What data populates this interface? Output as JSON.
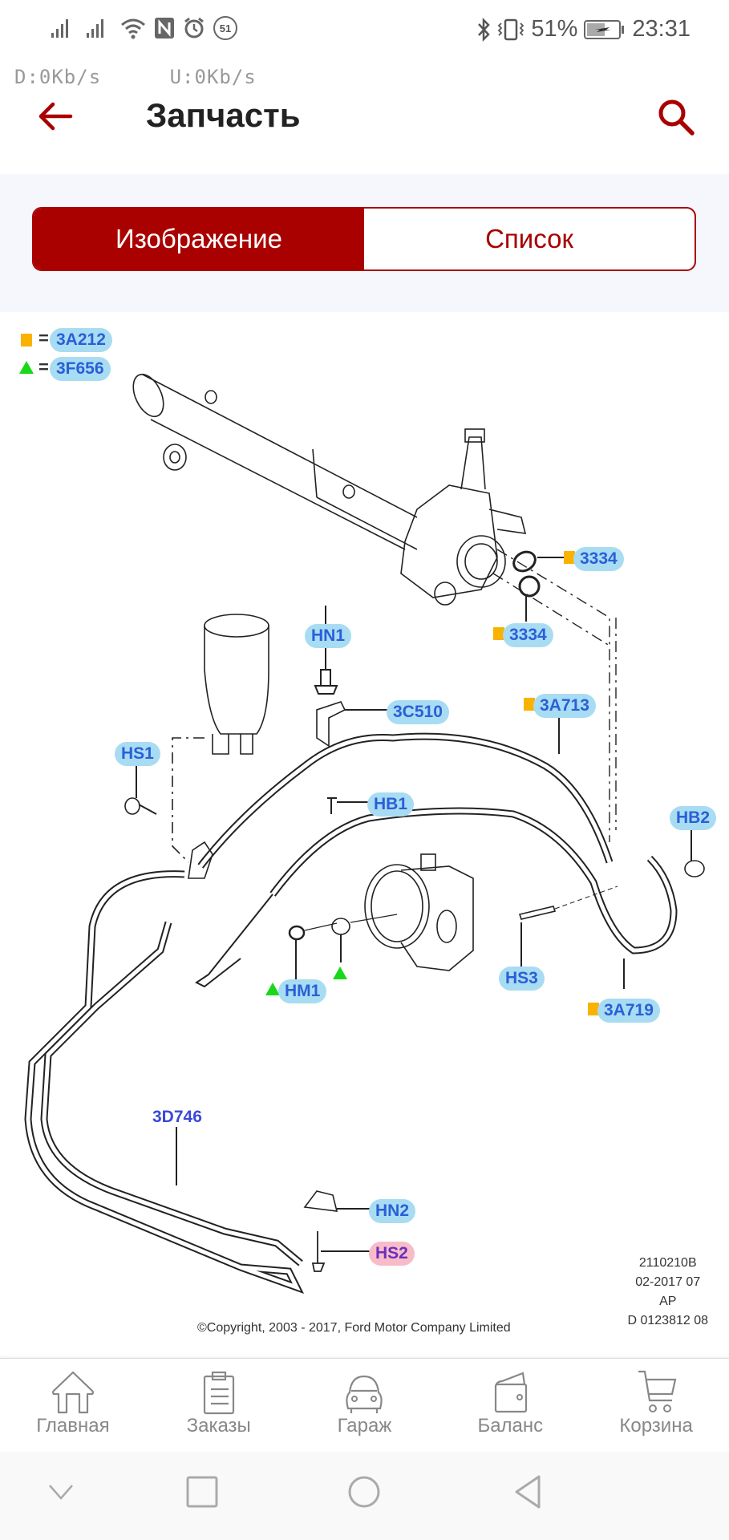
{
  "status_bar": {
    "time": "23:31",
    "battery": "51%",
    "notification_count": "51",
    "net_down": "D:0Kb/s",
    "net_up": "U:0Kb/s"
  },
  "header": {
    "title": "Запчасть",
    "back_icon": "arrow-left-icon",
    "search_icon": "search-icon"
  },
  "tabs": [
    {
      "label": "Изображение",
      "active": true
    },
    {
      "label": "Список",
      "active": false
    }
  ],
  "diagram": {
    "legend": [
      {
        "symbol": "orange-square",
        "part": "3A212"
      },
      {
        "symbol": "green-triangle",
        "part": "3F656"
      }
    ],
    "callouts": [
      {
        "id": "3334",
        "marker": "orange-square"
      },
      {
        "id": "3334",
        "marker": "orange-square"
      },
      {
        "id": "HN1"
      },
      {
        "id": "3C510"
      },
      {
        "id": "3A713",
        "marker": "orange-square"
      },
      {
        "id": "HS1"
      },
      {
        "id": "HB1"
      },
      {
        "id": "HB2"
      },
      {
        "id": "HS3"
      },
      {
        "id": "3A719",
        "marker": "orange-square"
      },
      {
        "id": "HM1",
        "marker": "green-triangle"
      },
      {
        "id": "3D746",
        "style": "plain"
      },
      {
        "id": "HN2"
      },
      {
        "id": "HS2",
        "style": "highlighted"
      }
    ],
    "meta_lines": [
      "2110210B",
      "02-2017 07",
      "AP",
      "D 0123812 08"
    ],
    "copyright": "©Copyright, 2003 - 2017, Ford Motor Company Limited",
    "colors": {
      "bubble": "#a8dcf2",
      "bubble_text": "#2a5fd8",
      "highlight": "#f7bcc8",
      "square": "#f9b200",
      "triangle": "#19d819"
    }
  },
  "bottom_nav": [
    {
      "label": "Главная",
      "icon": "home-icon"
    },
    {
      "label": "Заказы",
      "icon": "clipboard-icon"
    },
    {
      "label": "Гараж",
      "icon": "car-icon"
    },
    {
      "label": "Баланс",
      "icon": "wallet-icon"
    },
    {
      "label": "Корзина",
      "icon": "cart-icon"
    }
  ],
  "accent_color": "#a90000"
}
